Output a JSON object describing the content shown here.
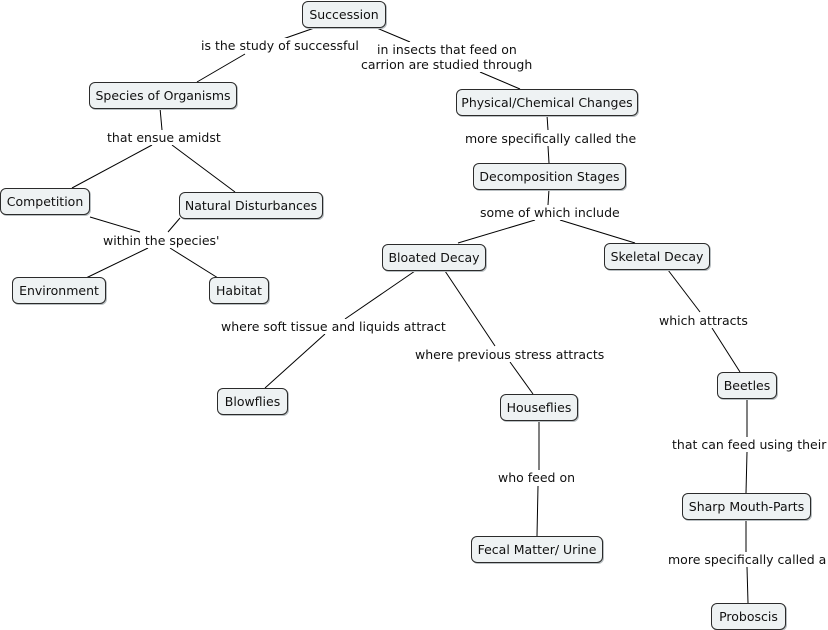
{
  "concept_map": {
    "concepts": {
      "succession": "Succession",
      "species_of_organisms": "Species of Organisms",
      "physical_chemical_changes": "Physical/Chemical Changes",
      "competition": "Competition",
      "natural_disturbances": "Natural Disturbances",
      "decomposition_stages": "Decomposition Stages",
      "bloated_decay": "Bloated Decay",
      "skeletal_decay": "Skeletal Decay",
      "environment": "Environment",
      "habitat": "Habitat",
      "blowflies": "Blowflies",
      "houseflies": "Houseflies",
      "beetles": "Beetles",
      "sharp_mouth_parts": "Sharp Mouth-Parts",
      "fecal_matter_urine": "Fecal Matter/ Urine",
      "proboscis": "Proboscis"
    },
    "linking_phrases": {
      "is_the_study_of": "is the study of successful",
      "in_insects": "in insects that feed on",
      "in_insects_2": "carrion are studied through",
      "that_ensue_amidst": "that ensue amidst",
      "more_specifically_called_the": "more specifically called the",
      "within_the_species": "within the species'",
      "some_of_which_include": "some of which include",
      "where_soft_tissue": "where soft tissue and liquids attract",
      "where_previous_stress": "where previous stress attracts",
      "which_attracts": "which attracts",
      "who_feed_on": "who feed on",
      "that_can_feed": "that can feed using their",
      "more_specifically_called_a": "more specifically called a"
    },
    "colors": {
      "node_fill": "#eef2f3",
      "node_border": "#2b2b2b",
      "line": "#000000"
    }
  }
}
